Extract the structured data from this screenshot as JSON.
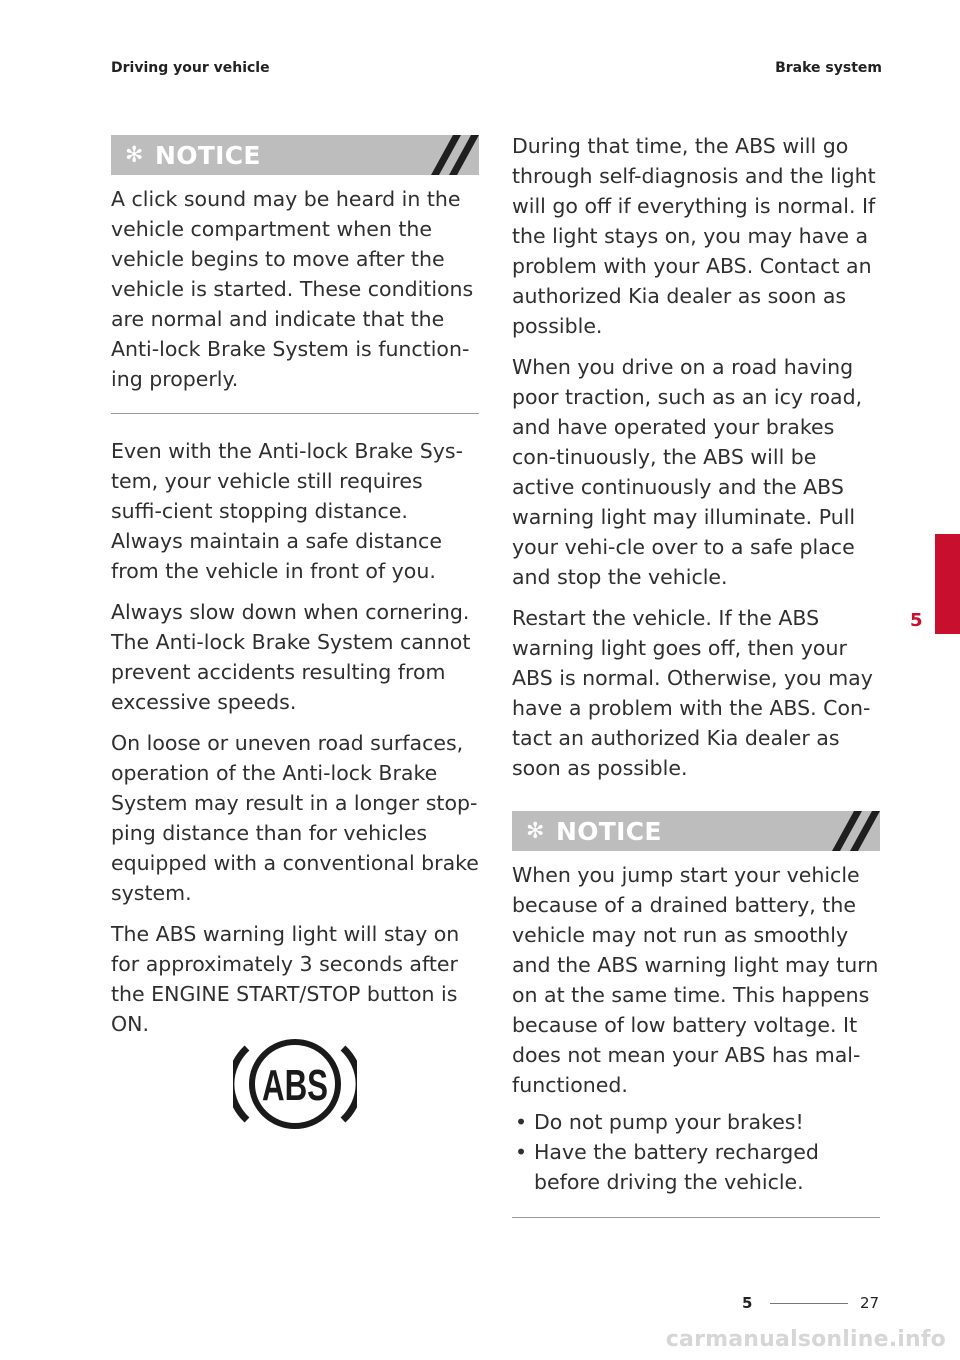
{
  "header": {
    "left": "Driving your vehicle",
    "right": "Brake system"
  },
  "left_column": {
    "notice": {
      "icon": "star-icon",
      "label": "NOTICE",
      "text": "A click sound may be heard in the vehicle compartment when the vehicle begins to move after the vehicle is started. These conditions are normal and indicate that the Anti-lock Brake System is function-ing properly."
    },
    "paragraphs": [
      "Even with the Anti-lock Brake Sys-tem, your vehicle still requires suffi-cient stopping distance. Always maintain a safe distance from the vehicle in front of you.",
      "Always slow down when cornering. The Anti-lock Brake System cannot prevent accidents resulting from excessive speeds.",
      "On loose or uneven road surfaces, operation of the Anti-lock Brake System may result in a longer stop-ping distance than for vehicles equipped with a conventional brake system.",
      "The ABS warning light will stay on for approximately 3 seconds after the ENGINE START/STOP button is ON."
    ],
    "abs_icon": {
      "icon": "abs-warning-light-icon",
      "text": "ABS"
    }
  },
  "right_column": {
    "paragraphs": [
      "During that time, the ABS will go through self-diagnosis and the light will go off if everything is normal. If the light stays on, you may have a problem with your ABS. Contact an authorized Kia dealer as soon as possible.",
      "When you drive on a road having poor traction, such as an icy road, and have operated your brakes con-tinuously, the ABS will be active continuously and the ABS warning light may illuminate. Pull your vehi-cle over to a safe place and stop the vehicle.",
      "Restart the vehicle. If the ABS warning light goes off, then your ABS is normal. Otherwise, you may have a problem with the ABS. Con-tact an authorized Kia dealer as soon as possible."
    ],
    "notice": {
      "icon": "star-icon",
      "label": "NOTICE",
      "text": "When you jump start your vehicle because of a drained battery, the vehicle may not run as smoothly and the ABS warning light may turn on at the same time. This happens because of low battery voltage. It does not mean your ABS has mal-functioned.",
      "bullets": [
        "Do not pump your brakes!",
        "Have the battery recharged before driving the vehicle."
      ]
    }
  },
  "side_tab": {
    "chapter": "5",
    "color": "#c8102e"
  },
  "footer": {
    "section": "5",
    "page": "27"
  },
  "watermark": "carmanualsonline.info",
  "colors": {
    "notice_bar": "#bdbdbd",
    "accent_red": "#c8102e"
  }
}
